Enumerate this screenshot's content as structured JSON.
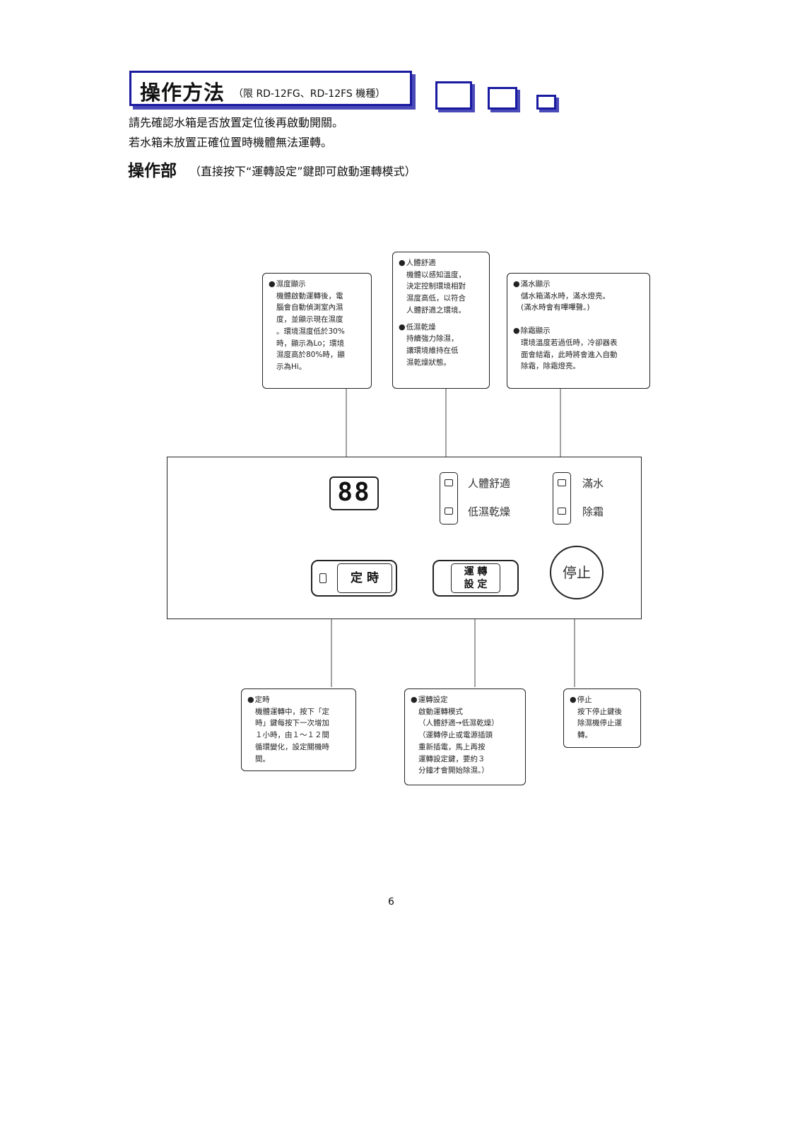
{
  "header": {
    "title": "操作方法",
    "models": "（限 RD-12FG、RD-12FS 機種）"
  },
  "intro": [
    "請先確認水箱是否放置定位後再啟動開關。",
    "若水箱未放置正確位置時機體無法運轉。"
  ],
  "section": {
    "title": "操作部",
    "subtitle": "（直接按下“運轉設定”鍵即可啟動運轉模式）"
  },
  "callouts": {
    "humidity": {
      "head": "濕度顯示",
      "lines": [
        "機體啟動運轉後，電",
        "腦會自動偵測室內濕",
        "度，並顯示現在濕度",
        "。環境濕度低於30%",
        "時，顯示為Lo；環境",
        "濕度高於80%時，顯",
        "示為Hi。"
      ]
    },
    "comfort": {
      "head": "人體舒適",
      "lines": [
        "機體以感知溫度，",
        "決定控制環境相對",
        "濕度高低，以符合",
        "人體舒適之環境。"
      ]
    },
    "dry": {
      "head": "低濕乾燥",
      "lines": [
        "持續強力除濕，",
        "讓環境維持在低",
        "濕乾燥狀態。"
      ]
    },
    "full": {
      "head": "滿水顯示",
      "lines": [
        "儲水箱滿水時，滿水燈亮。",
        "(滿水時會有嗶嗶聲。)"
      ]
    },
    "defrost": {
      "head": "除霜顯示",
      "lines": [
        "環境溫度若過低時，冷卻器表",
        "面會結霜，此時將會進入自動",
        "除霜，除霜燈亮。"
      ]
    },
    "timer": {
      "head": "定時",
      "lines": [
        "機體運轉中，按下「定",
        "時」鍵每按下一次增加",
        "１小時，由１～１２間",
        "循環變化，設定關機時",
        "間。"
      ]
    },
    "mode": {
      "head": "運轉設定",
      "lines": [
        "啟動運轉模式",
        "（人體舒適→低濕乾燥）",
        "（運轉停止或電源插頭",
        "重新插電，馬上再按",
        "運轉設定鍵，要約３",
        "分鐘才會開始除濕。）"
      ]
    },
    "stop": {
      "head": "停止",
      "lines": [
        "按下停止鍵後",
        "除濕機停止運",
        "轉。"
      ]
    }
  },
  "panel": {
    "display": "88",
    "led_comfort": "人體舒適",
    "led_dry": "低濕乾燥",
    "led_full": "滿水",
    "led_defrost": "除霜",
    "timer_button": "定 時",
    "mode_button_line1": "運 轉",
    "mode_button_line2": "設 定",
    "stop_button": "停止"
  },
  "footer": {
    "page_number": "6"
  },
  "colors": {
    "title_border": "#1a1aa0",
    "title_shadow": "#4a4ab8"
  }
}
